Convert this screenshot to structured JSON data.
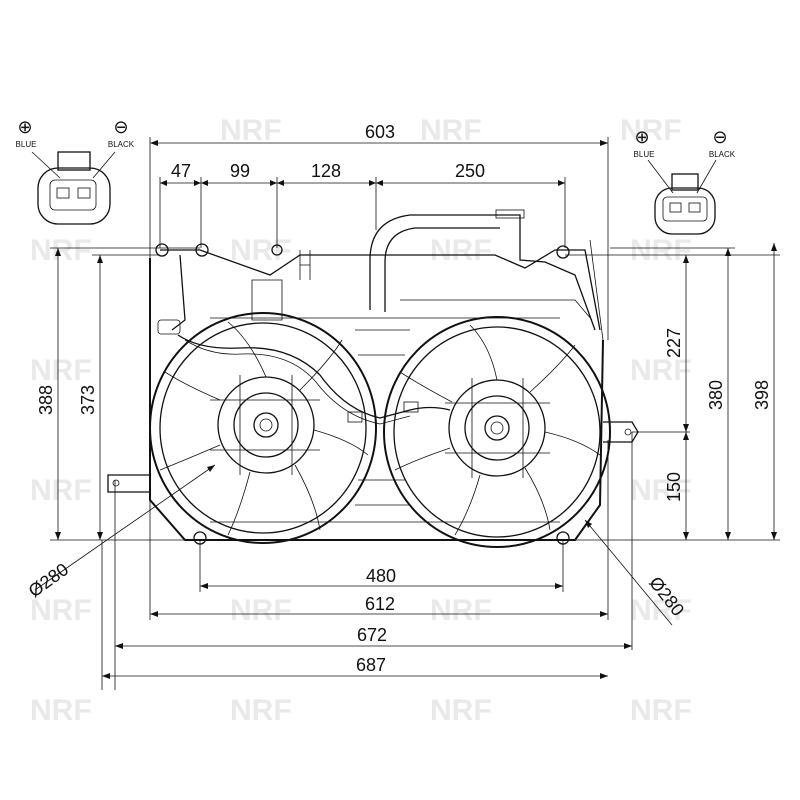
{
  "dimensions": {
    "overall_top_width": "603",
    "seg_1": "47",
    "seg_2": "99",
    "seg_3": "128",
    "seg_4": "250",
    "height_left_outer": "388",
    "height_left_inner": "373",
    "height_right_upper": "227",
    "height_right_lower": "150",
    "height_right_mid": "380",
    "height_right_outer": "398",
    "mount_spacing": "480",
    "frame_width": "612",
    "width_672": "672",
    "overall_width": "687",
    "fan_diameter_left": "Ø280",
    "fan_diameter_right": "Ø280"
  },
  "connectors": {
    "left": {
      "positive_symbol": "⊕",
      "negative_symbol": "⊖",
      "positive_label": "BLUE",
      "negative_label": "BLACK"
    },
    "right": {
      "positive_symbol": "⊕",
      "negative_symbol": "⊖",
      "positive_label": "BLUE",
      "negative_label": "BLACK"
    }
  },
  "watermark": {
    "text": "NRF",
    "color": "#e9e9e9"
  },
  "colors": {
    "line": "#111111",
    "background": "#ffffff"
  }
}
